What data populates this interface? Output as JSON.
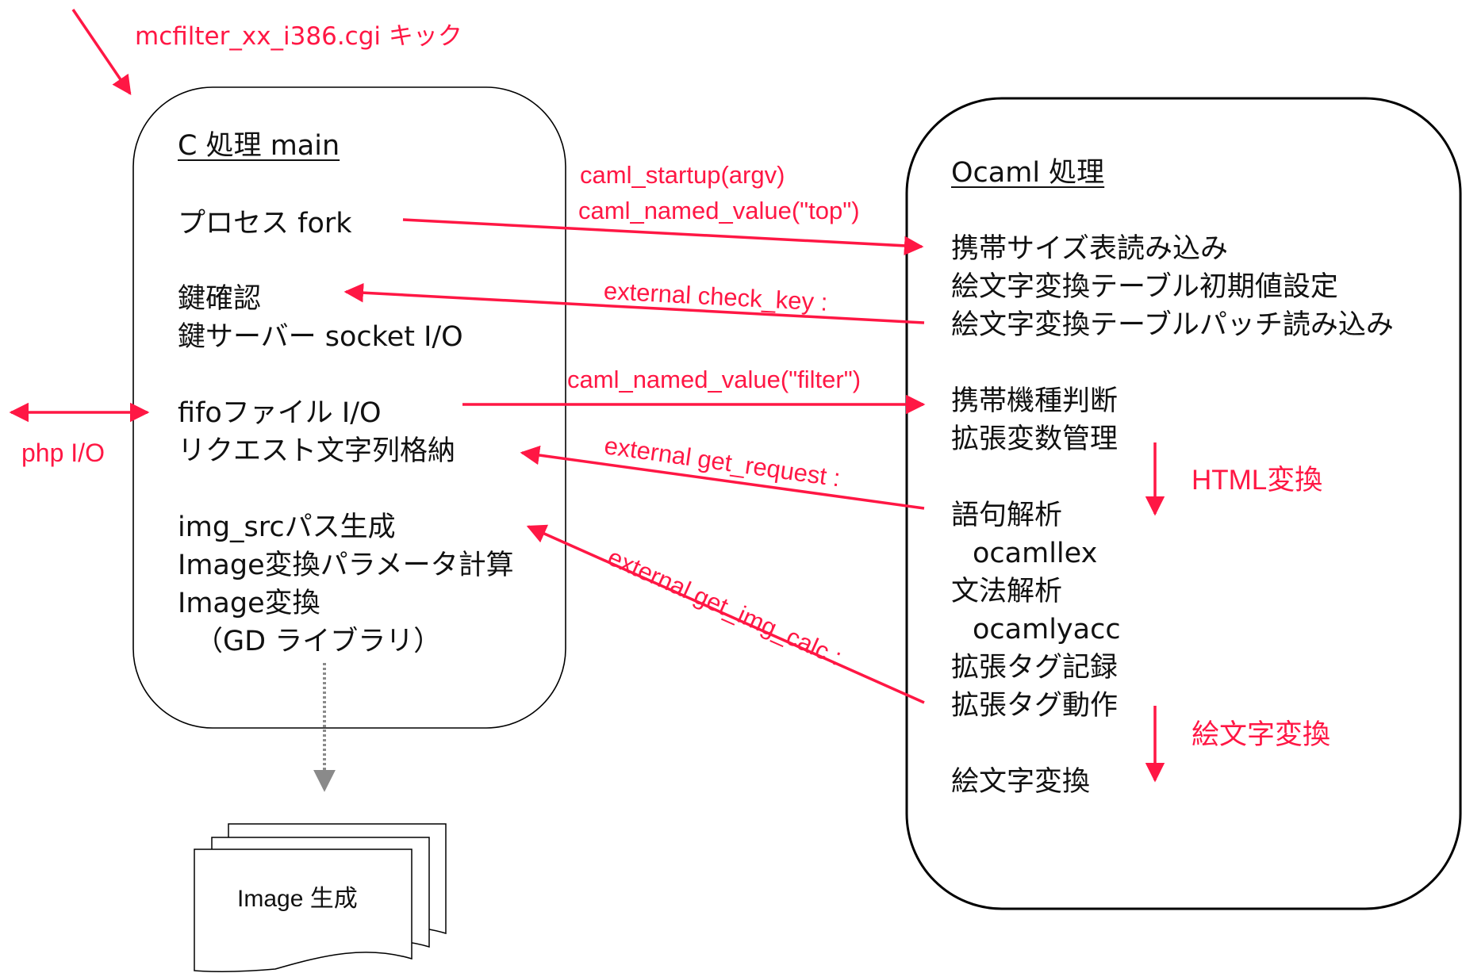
{
  "top_label": "mcfilter_xx_i386.cgi キック",
  "c_box": {
    "title": "C 処理 main",
    "lines": [
      "プロセス fork",
      "鍵確認",
      "鍵サーバー socket I/O",
      "fifoファイル I/O",
      "リクエスト文字列格納",
      "img_srcパス生成",
      "Image変換パラメータ計算",
      "Image変換",
      "（GD ライブラリ）"
    ]
  },
  "ocaml_box": {
    "title": "Ocaml 処理",
    "lines": [
      "携帯サイズ表読み込み",
      "絵文字変換テーブル初期値設定",
      "絵文字変換テーブルパッチ読み込み",
      "携帯機種判断",
      "拡張変数管理",
      "語句解析",
      "ocamllex",
      "文法解析",
      "ocamlyacc",
      "拡張タグ記録",
      "拡張タグ動作",
      "絵文字変換"
    ]
  },
  "arrow_labels": {
    "startup": "caml_startup(argv)",
    "named_top": "caml_named_value(\"top\")",
    "check_key": "external check_key :",
    "named_filter": "caml_named_value(\"filter\")",
    "get_request": "external get_request :",
    "get_img_calc": "external get_img_calc :"
  },
  "php_io": "php I/O",
  "step_labels": {
    "html": "HTML変換",
    "emoji": "絵文字変換"
  },
  "image_doc": "Image 生成",
  "colors": {
    "accent": "#ff1744",
    "gray": "#8a8a8a",
    "line": "#000000"
  }
}
